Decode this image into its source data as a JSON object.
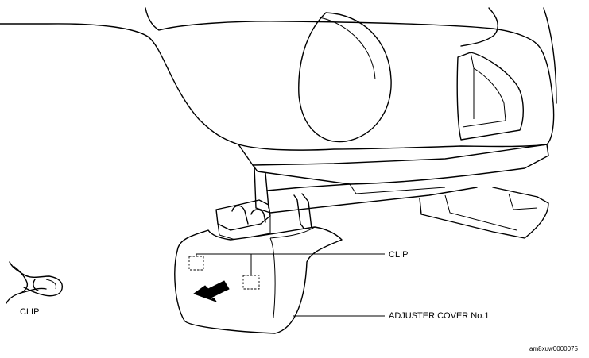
{
  "labels": {
    "clip_callout": "CLIP",
    "adjuster_callout": "ADJUSTER COVER No.1",
    "clip_detail": "CLIP",
    "figure_code": "am8xuw0000075"
  },
  "icons": {
    "arrow": "arrow-icon",
    "clip": "clip-icon"
  }
}
